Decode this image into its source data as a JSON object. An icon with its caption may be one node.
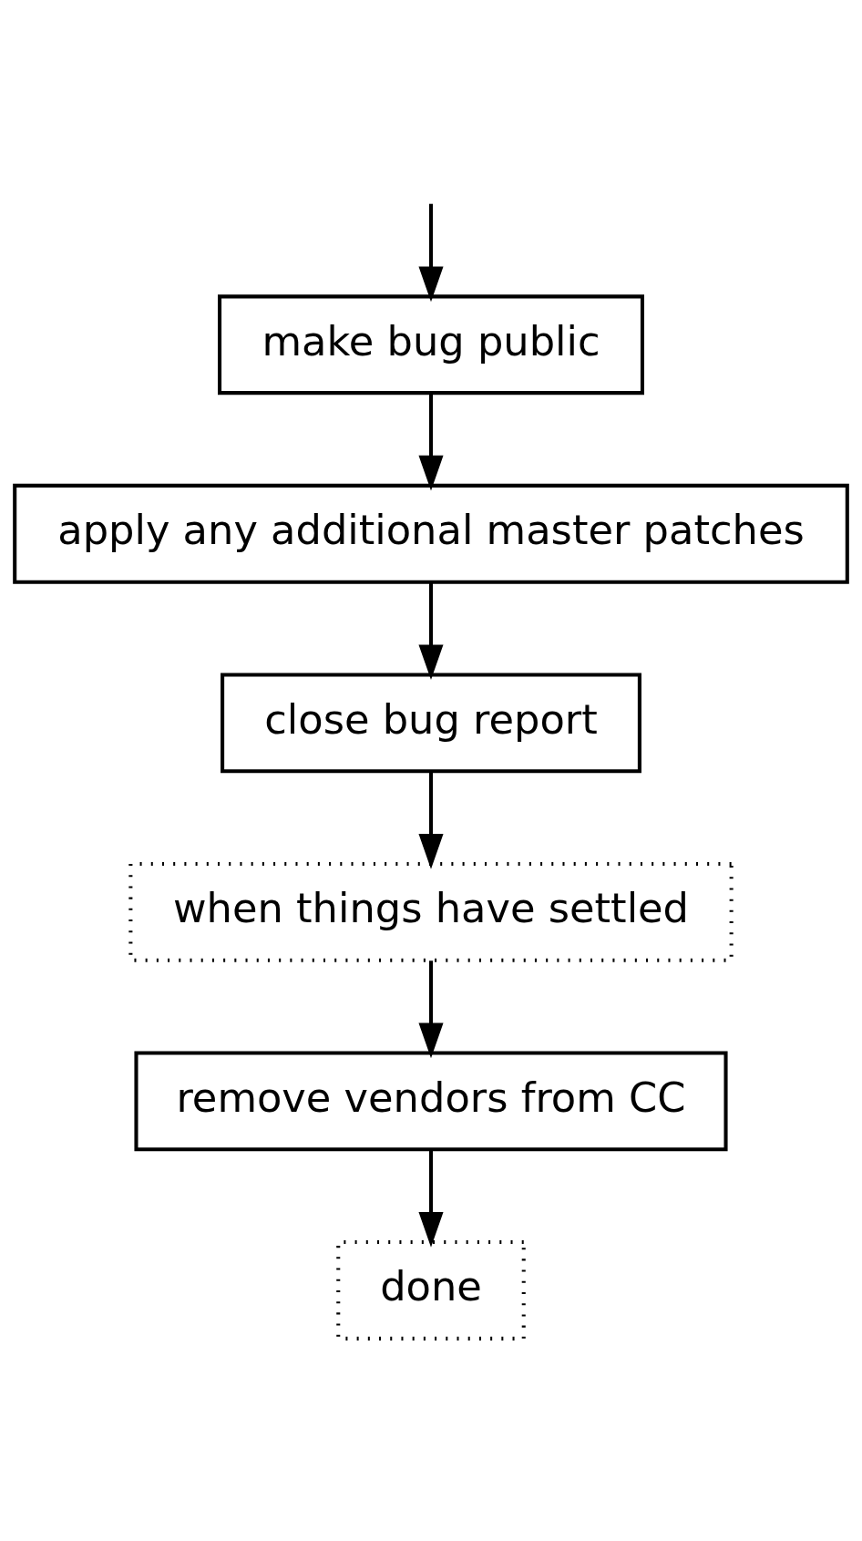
{
  "diagram": {
    "nodes": [
      {
        "text": [
          "make bug public"
        ]
      },
      {
        "text": [
          "apply any additional master patches"
        ]
      },
      {
        "text": [
          "close bug report"
        ]
      },
      {
        "text": [
          "when things have settled"
        ]
      },
      {
        "text": [
          "remove vendors from CC"
        ]
      },
      {
        "text": [
          "done"
        ]
      }
    ],
    "edges": [
      {
        "from": null,
        "to": 0,
        "arrow": "to"
      },
      {
        "from": 0,
        "to": 1,
        "arrow": "to"
      },
      {
        "from": 1,
        "to": 2,
        "arrow": "to"
      },
      {
        "from": 2,
        "to": 3,
        "arrow": "to"
      },
      {
        "from": 3,
        "to": 4,
        "arrow": "to"
      },
      {
        "from": 4,
        "to": 5,
        "arrow": "to"
      }
    ]
  }
}
